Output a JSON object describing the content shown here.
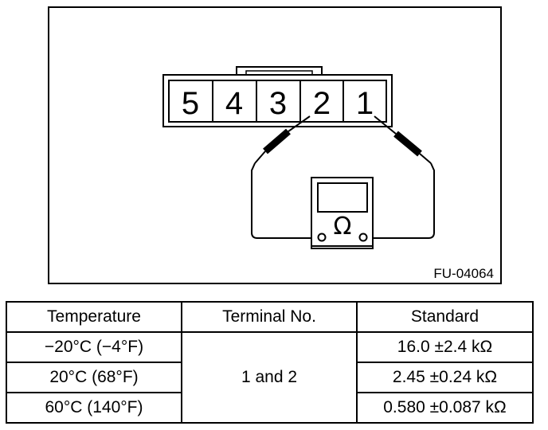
{
  "figure": {
    "figure_id": "FU-04064",
    "connector_pins": [
      "5",
      "4",
      "3",
      "2",
      "1"
    ],
    "meter_symbol": "Ω",
    "meter_icon": "ohmmeter-icon"
  },
  "table": {
    "headers": [
      "Temperature",
      "Terminal No.",
      "Standard"
    ],
    "rows": [
      {
        "temperature": "−20°C (−4°F)",
        "standard": "16.0 ±2.4 kΩ"
      },
      {
        "temperature": "20°C (68°F)",
        "standard": "2.45 ±0.24 kΩ"
      },
      {
        "temperature": "60°C (140°F)",
        "standard": "0.580 ±0.087 kΩ"
      }
    ],
    "terminal": "1 and 2"
  }
}
